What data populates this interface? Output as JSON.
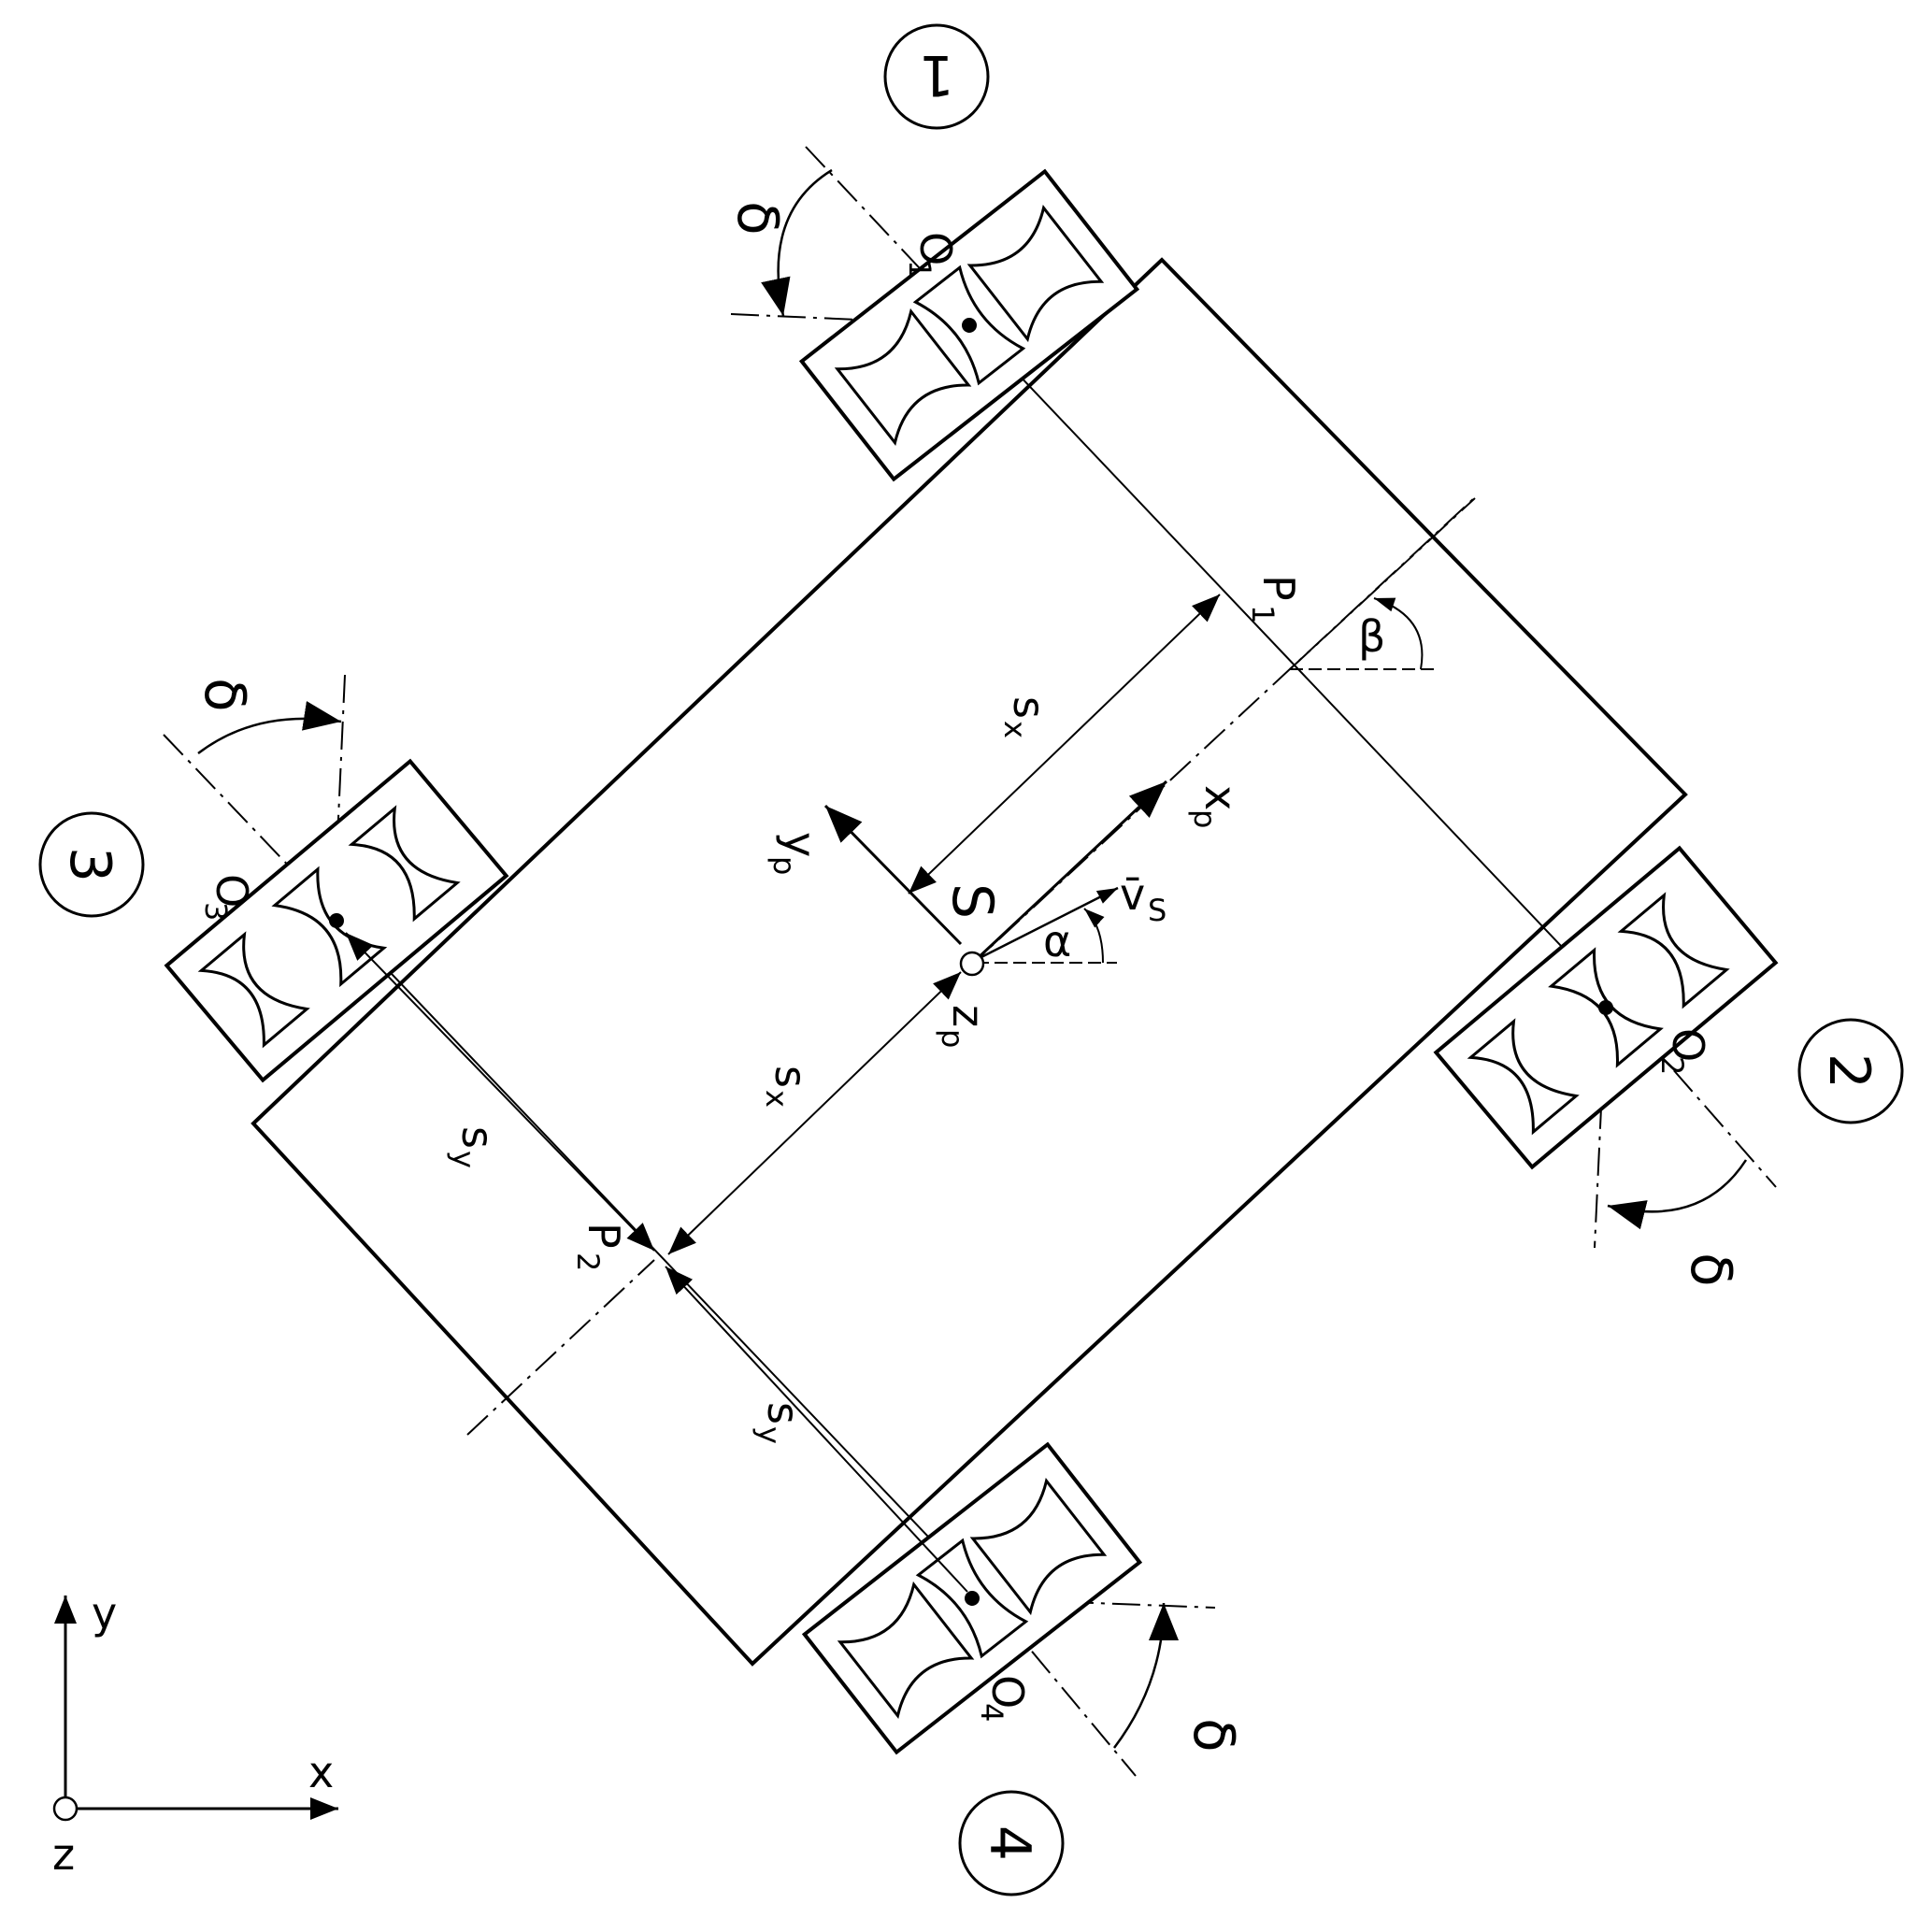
{
  "diagram": {
    "wheel_numbers": [
      "1",
      "2",
      "3",
      "4"
    ],
    "hub_labels": [
      {
        "main": "O",
        "sub": "1"
      },
      {
        "main": "O",
        "sub": "2"
      },
      {
        "main": "O",
        "sub": "3"
      },
      {
        "main": "O",
        "sub": "4"
      }
    ],
    "angle_delta": "δ",
    "angle_alpha": "α",
    "angle_beta": "β",
    "point_p1": {
      "main": "P",
      "sub": "1"
    },
    "point_p2": {
      "main": "P",
      "sub": "2"
    },
    "center_label": "S",
    "velocity_label": {
      "main": "v̄",
      "sub": "S"
    },
    "body_axes": {
      "x": {
        "main": "x",
        "sub": "p"
      },
      "y": {
        "main": "y",
        "sub": "p"
      },
      "z": {
        "main": "z",
        "sub": "p"
      }
    },
    "dimensions": {
      "sx": {
        "main": "s",
        "sub": "x"
      },
      "sy": {
        "main": "s",
        "sub": "y"
      }
    },
    "global_axes": {
      "x": "x",
      "y": "y",
      "z": "z"
    }
  }
}
